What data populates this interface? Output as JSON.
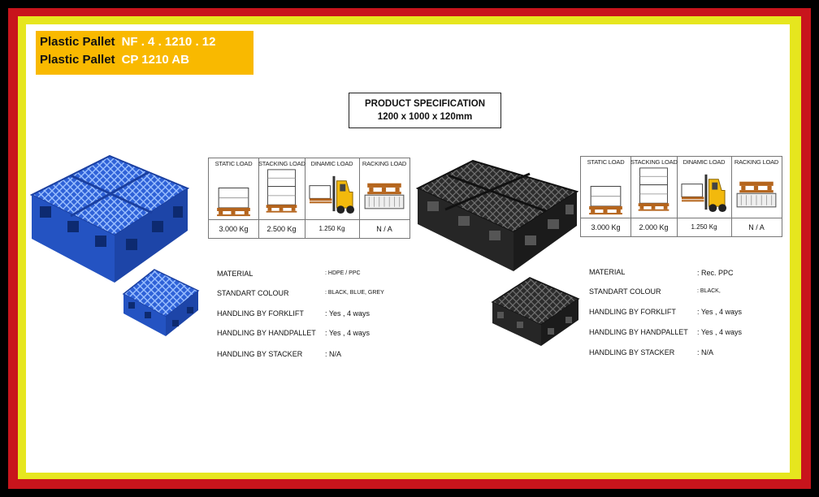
{
  "title": {
    "line1_label": "Plastic Pallet",
    "line1_code": "NF . 4 . 1210 . 12",
    "line2_label": "Plastic Pallet",
    "line2_code": "CP 1210 AB"
  },
  "spec_header": {
    "line1": "PRODUCT SPECIFICATION",
    "line2": "1200 x 1000 x 120mm"
  },
  "products": [
    {
      "pallet_color": "#2f62d8",
      "loads": [
        {
          "header": "STATIC LOAD",
          "value": "3.000 Kg"
        },
        {
          "header": "STACKING LOAD",
          "value": "2.500 Kg"
        },
        {
          "header": "DINAMIC LOAD",
          "value": "1.250 Kg"
        },
        {
          "header": "RACKING LOAD",
          "value": "N / A"
        }
      ],
      "specs": [
        {
          "label": "MATERIAL",
          "value": ": HDPE / PPC"
        },
        {
          "label": "STANDART COLOUR",
          "value": ": BLACK, BLUE, GREY"
        },
        {
          "label": "HANDLING BY FORKLIFT",
          "value": ": Yes , 4 ways"
        },
        {
          "label": "HANDLING BY HANDPALLET",
          "value": ": Yes , 4 ways"
        },
        {
          "label": "HANDLING BY STACKER",
          "value": ":  N/A"
        }
      ]
    },
    {
      "pallet_color": "#2a2a2a",
      "loads": [
        {
          "header": "STATIC LOAD",
          "value": "3.000 Kg"
        },
        {
          "header": "STACKING LOAD",
          "value": "2.000 Kg"
        },
        {
          "header": "DINAMIC LOAD",
          "value": "1.250 Kg"
        },
        {
          "header": "RACKING LOAD",
          "value": "N / A"
        }
      ],
      "specs": [
        {
          "label": "MATERIAL",
          "value": ": Rec. PPC"
        },
        {
          "label": "STANDART COLOUR",
          "value": ": BLACK,"
        },
        {
          "label": "HANDLING BY FORKLIFT",
          "value": ": Yes , 4 ways"
        },
        {
          "label": "HANDLING BY HANDPALLET",
          "value": ": Yes , 4 ways"
        },
        {
          "label": "HANDLING BY STACKER",
          "value": ":  N/A"
        }
      ]
    }
  ],
  "icons": {
    "static": "static-load-icon",
    "stacking": "stacking-load-icon",
    "dynamic": "forklift-icon",
    "racking": "racking-icon"
  }
}
